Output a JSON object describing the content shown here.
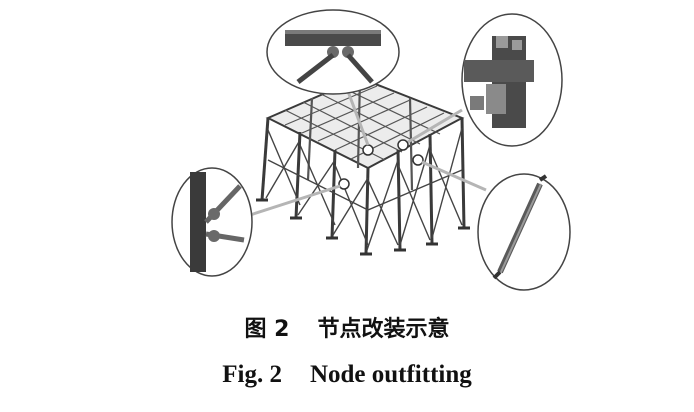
{
  "caption": {
    "cn_label": "图 2",
    "cn_text": "节点改装示意",
    "en_label": "Fig. 2",
    "en_text": "Node outfitting"
  },
  "colors": {
    "steel": "#3a3a3a",
    "steel_light": "#8a8a8a",
    "callout_line": "#b5b5b5",
    "ellipse_border": "#444444"
  }
}
